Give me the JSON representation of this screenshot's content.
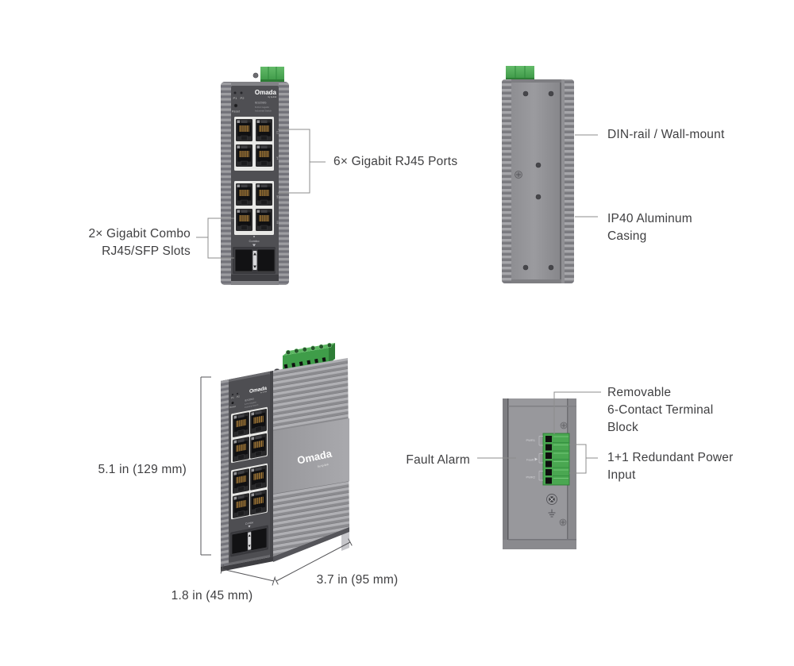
{
  "figure": {
    "title": "Industrial gigabit switch product views",
    "background": "#ffffff"
  },
  "colors": {
    "accent_green": "#46a552",
    "green_dark": "#2e7d36",
    "casing_gray": "#95959a",
    "panel_dark": "#4f4f53",
    "label_text": "#3f3f41",
    "callout_line": "#8c8c8c",
    "dimension_line": "#555558",
    "port_bezel": "#e8e8e6",
    "pin_gold": "#bb8a3e"
  },
  "device": {
    "brand": "Omada",
    "brand_sub": "by tp-link",
    "model": "IES208G",
    "model_desc_line1": "8-Port Gigabit",
    "model_desc_line2": "Industrial Switch",
    "led1": "P1",
    "led2": "P2",
    "reset_label": "Reset",
    "combo_label": "Combo",
    "port_labels": [
      "1/2",
      "3/4",
      "5/6",
      "7/8"
    ],
    "terminal_labels": {
      "pwr1": "PWR1",
      "fault": "Fault",
      "pwr2": "PWR2"
    }
  },
  "views": {
    "front": {
      "callouts": {
        "rj45": "6× Gigabit RJ45 Ports",
        "combo_line1": "2× Gigabit Combo",
        "combo_line2": "RJ45/SFP Slots"
      }
    },
    "back": {
      "callouts": {
        "din": "DIN-rail / Wall-mount",
        "ip40_line1": "IP40 Aluminum",
        "ip40_line2": "Casing"
      }
    },
    "iso": {
      "dimensions": {
        "height": "5.1 in (129 mm)",
        "depth": "1.8 in (45 mm)",
        "width": "3.7 in (95 mm)"
      }
    },
    "terminal": {
      "callouts": {
        "removable_line1": "Removable",
        "removable_line2": "6-Contact Terminal",
        "removable_line3": "Block",
        "fault": "Fault Alarm",
        "power_line1": "1+1 Redundant Power",
        "power_line2": "Input"
      }
    }
  }
}
